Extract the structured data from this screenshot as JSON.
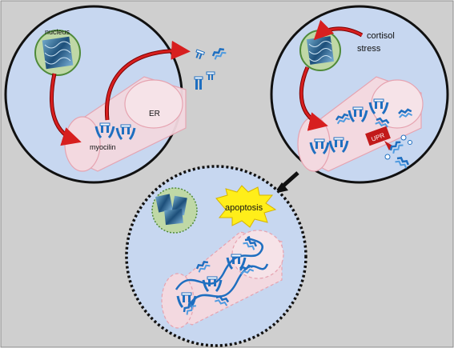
{
  "colors": {
    "panel_bg": "#cfcfcf",
    "cell_bg": "#c7d7f0",
    "er_fill": "#f3d9e0",
    "er_stroke": "#e6a3b0",
    "nucleus_fill": "#bfd8a6",
    "nucleus_stroke": "#4f8a3a",
    "arrow_red": "#d71f1f",
    "protein_blue": "#1f6fc0",
    "upr_red": "#c21a1a",
    "apoptosis_yellow": "#ffee1a",
    "black_arrow": "#111111"
  },
  "labels": {
    "nucleus": "nucleus",
    "er": "ER",
    "myocilin": "myocilin",
    "cortisol": "cortisol",
    "stress": "stress",
    "upr": "UPR",
    "apoptosis": "apoptosis"
  },
  "icons": {
    "dna": "dna-helix-icon",
    "myocilin_protein": "myocilin-tetramer-icon",
    "misfolded": "misfolded-protein-icon",
    "black_arrow": "down-left-arrow-icon"
  }
}
